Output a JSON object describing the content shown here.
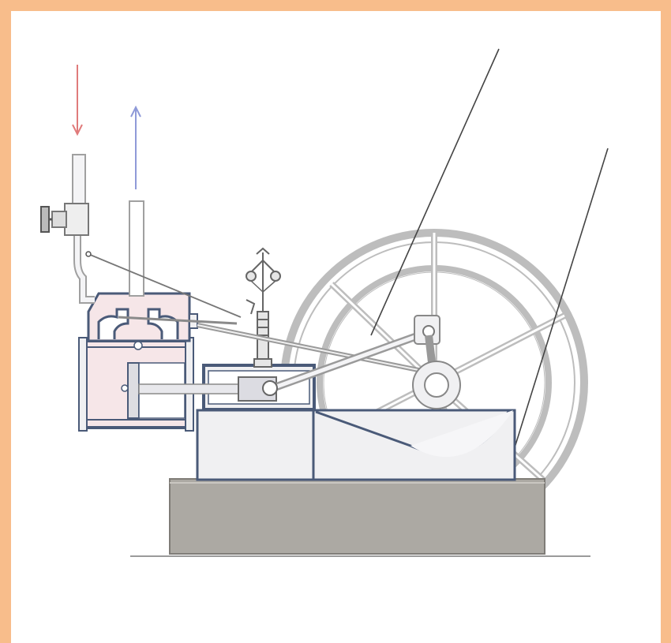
{
  "colors": {
    "border": "#f8bd8b",
    "background": "#ffffff",
    "outline_dark": "#4a5a78",
    "outline_light": "#b8b8b8",
    "fill_light": "#f0f0f2",
    "fill_pink": "#f6e6e8",
    "base_fill": "#aca9a3",
    "steam_in_arrow": "#e07b7b",
    "exhaust_arrow": "#8f9ad8"
  },
  "diagram": {
    "parts": [
      "steam-inlet-pipe",
      "throttle-valve",
      "exhaust-pipe",
      "valve-chest",
      "cylinder",
      "piston",
      "piston-rod",
      "crosshead-guide",
      "connecting-rod",
      "eccentric-rod",
      "governor",
      "flywheel",
      "crank",
      "engine-bed",
      "foundation"
    ]
  }
}
